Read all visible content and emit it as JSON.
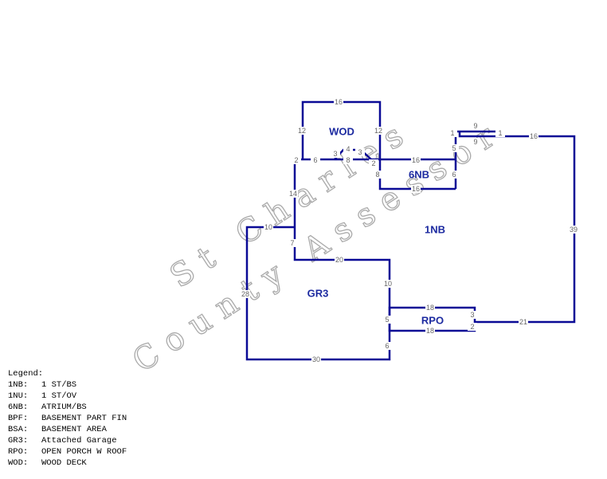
{
  "watermark": {
    "line1": "St Charles",
    "line2": "County Assessor"
  },
  "areas": {
    "wod": "WOD",
    "nb6": "6NB",
    "nb1": "1NB",
    "gr3": "GR3",
    "rpo": "RPO"
  },
  "dims": {
    "wod_top": "16",
    "wod_left": "12",
    "wod_right": "12",
    "step_a": "3",
    "step_b": "4",
    "step_c": "3",
    "b_2a": "2",
    "b_6": "6",
    "b_8": "8",
    "b_2b": "2",
    "b_16": "16",
    "left_14": "14",
    "left_7": "7",
    "nb6_bottom": "16",
    "nb6_left": "8",
    "nb6_right_5": "5",
    "nb6_right_6": "6",
    "top_1a": "1",
    "top_9a": "9",
    "top_9b": "9",
    "top_1b": "1",
    "top_16": "16",
    "right_39": "39",
    "bottom_21": "21",
    "rpo_top": "18",
    "rpo_bottom": "18",
    "rpo_3": "3",
    "rpo_2": "2",
    "rpo_5": "5",
    "gr3_10": "10",
    "gr3_6": "6",
    "gr3_20": "20",
    "gr3_30": "30",
    "gr3_28": "28",
    "gr3_10b": "10"
  },
  "legend": {
    "title": "Legend:",
    "items": [
      {
        "code": "1NB:",
        "desc": "1 ST/BS"
      },
      {
        "code": "1NU:",
        "desc": "1 ST/OV"
      },
      {
        "code": "6NB:",
        "desc": "ATRIUM/BS"
      },
      {
        "code": "BPF:",
        "desc": "BASEMENT PART FIN"
      },
      {
        "code": "BSA:",
        "desc": "BASEMENT AREA"
      },
      {
        "code": "GR3:",
        "desc": "Attached Garage"
      },
      {
        "code": "RPO:",
        "desc": "OPEN PORCH W ROOF"
      },
      {
        "code": "WOD:",
        "desc": "WOOD DECK"
      }
    ]
  }
}
